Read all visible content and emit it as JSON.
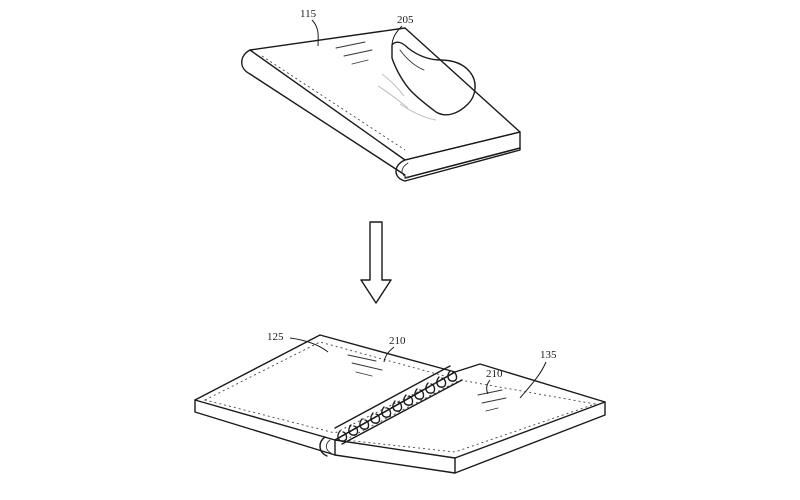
{
  "labels": {
    "folded_device": "115",
    "touch_input": "205",
    "left_panel": "125",
    "right_panel": "135",
    "input_mark_left": "210",
    "input_mark_right": "210"
  }
}
